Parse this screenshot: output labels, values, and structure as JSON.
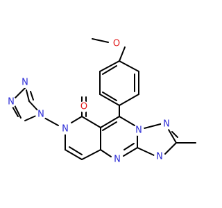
{
  "molecule": {
    "atoms": {
      "o_methoxy": {
        "symbol": "O",
        "color": "#e11a1a"
      },
      "o_carbonyl": {
        "symbol": "O",
        "color": "#e11a1a"
      },
      "n_pyridinone": {
        "symbol": "N",
        "color": "#2a2ad6"
      },
      "n_triazole_top_left": {
        "symbol": "N",
        "color": "#2a2ad6"
      },
      "n_triazole_top_right": {
        "symbol": "N",
        "color": "#2a2ad6"
      },
      "n_triazole_ring": {
        "symbol": "N",
        "color": "#2a2ad6"
      },
      "n_fused_1": {
        "symbol": "N",
        "color": "#2a2ad6"
      },
      "n_fused_2": {
        "symbol": "N",
        "color": "#2a2ad6"
      },
      "n_fused_3": {
        "symbol": "N",
        "color": "#2a2ad6"
      },
      "n_pyrimidine": {
        "symbol": "N",
        "color": "#2a2ad6"
      }
    },
    "colors": {
      "bond": "#000000",
      "nitrogen": "#2a2ad6",
      "oxygen": "#e11a1a"
    }
  }
}
